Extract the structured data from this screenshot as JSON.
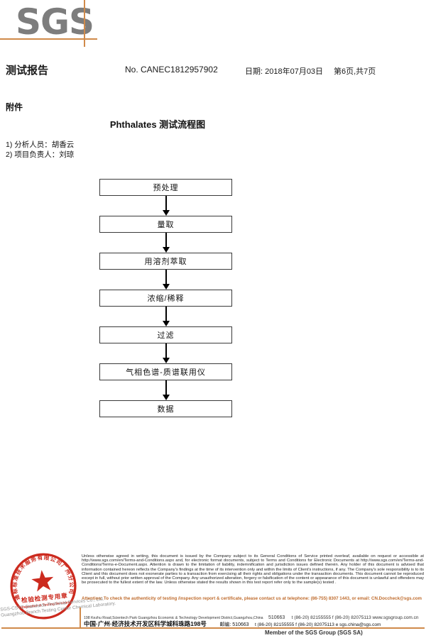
{
  "logo": {
    "text": "SGS"
  },
  "header": {
    "doc_title": "测试报告",
    "report_no": "No. CANEC1812957902",
    "date": "日期: 2018年07月03日",
    "page_info": "第6页,共7页"
  },
  "attachment": {
    "label": "附件",
    "flow_title": "Phthalates 测试流程图",
    "personnel": [
      "1) 分析人员：胡香云",
      "2) 项目负责人：刘琼"
    ]
  },
  "flowchart": {
    "steps": [
      "预处理",
      "量取",
      "用溶剂萃取",
      "浓缩/稀释",
      "过滤",
      "气相色谱-质谱联用仪",
      "数据"
    ]
  },
  "stamp": {
    "arc_text": "通标标准技术服务有限公司广州分公司",
    "title": "检验检测专用章",
    "subtitle": "Inspection & Testing Services"
  },
  "watermark": {
    "line1": "SGS-CSTC Standards Technical Services Co., Ltd.",
    "line2": "Guangzhou Branch Testing Center Chemical Laboratory."
  },
  "footer": {
    "disclaimer": "Unless otherwise agreed in writing, this document is issued by the Company subject to its General Conditions of Service printed overleaf, available on request or accessible at http://www.sgs.com/en/Terms-and-Conditions.aspx and, for electronic format documents, subject to Terms and Conditions for Electronic Documents at http://www.sgs.com/en/Terms-and-Conditions/Terms-e-Document.aspx. Attention is drawn to the limitation of liability, indemnification and jurisdiction issues defined therein. Any holder of this document is advised that information contained hereon reflects the Company's findings at the time of its intervention only and within the limits of Client's instructions, if any. The Company's sole responsibility is to its Client and this document does not exonerate parties to a transaction from exercising all their rights and obligations under the transaction documents. This document cannot be reproduced except in full, without prior written approval of the Company. Any unauthorized alteration, forgery or falsification of the content or appearance of this document is unlawful and offenders may be prosecuted to the fullest extent of the law. Unless otherwise stated the results shown in this test report refer only to the sample(s) tested .",
    "attention": "Attention: To check the authenticity of testing /inspection report & certificate, please contact us at telephone: (86-755) 8307 1443, or email: CN.Doccheck@sgs.com",
    "address": {
      "line1_address": "198 Kezhu Road,Scientech Park Guangzhou Economic & Technology Development District,Guangzhou,China",
      "line1_postal": "510663",
      "line1_contacts": "t (86-20) 82155555   f (86-20) 82075113   www.sgsgroup.com.cn",
      "line2_address": "中国·广州·经济技术开发区科学城科珠路198号",
      "line2_postal": "邮编: 510663",
      "line2_contacts": "t (86-20) 82155555   f (86-20) 82075113   e sgs.china@sgs.com"
    },
    "member": "Member of the SGS Group (SGS SA)"
  },
  "colors": {
    "accent_orange": "#D08A4A",
    "attention_orange": "#BF6C2E",
    "stamp_red": "#CC2A1E",
    "logo_gray": "#7D7D7D"
  }
}
